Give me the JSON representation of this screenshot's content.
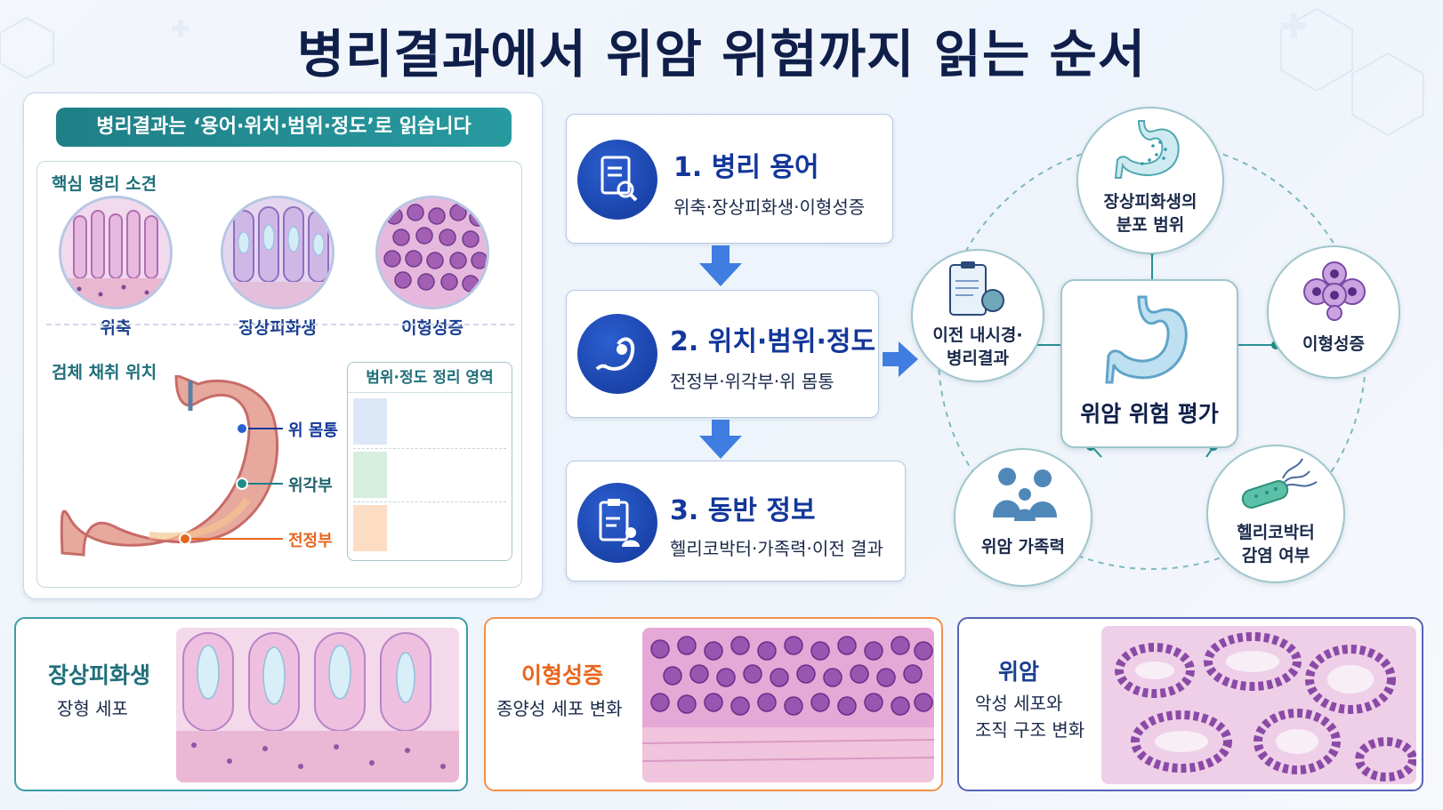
{
  "title": "병리결과에서 위암 위험까지 읽는 순서",
  "left_panel": {
    "banner": "병리결과는 ‘용어·위치·범위·정도’로 읽습니다",
    "findings_label": "핵심 병리 소견",
    "findings": [
      "위축",
      "장상피화생",
      "이형성증"
    ],
    "biopsy_label": "검체 채취 위치",
    "locations": [
      "위 몸통",
      "위각부",
      "전정부"
    ],
    "range_title": "범위·정도 정리 영역"
  },
  "steps": [
    {
      "title": "1. 병리 용어",
      "desc": "위축·장상피화생·이형성증"
    },
    {
      "title": "2. 위치·범위·정도",
      "desc": "전정부·위각부·위 몸통"
    },
    {
      "title": "3. 동반 정보",
      "desc": "헬리코박터·가족력·이전 결과"
    }
  ],
  "diagram": {
    "center": "위암 위험 평가",
    "nodes": {
      "top": [
        "장상피화생의",
        "분포 범위"
      ],
      "left": [
        "이전 내시경·",
        "병리결과"
      ],
      "right": [
        "이형성증"
      ],
      "bottom_left": [
        "위암 가족력"
      ],
      "bottom_right": [
        "헬리코박터",
        "감염 여부"
      ]
    }
  },
  "cards": [
    {
      "title": "장상피화생",
      "sub": [
        "장형 세포"
      ]
    },
    {
      "title": "이형성증",
      "sub": [
        "종양성 세포 변화"
      ]
    },
    {
      "title": "위암",
      "sub": [
        "악성 세포와",
        "조직 구조 변화"
      ]
    }
  ],
  "colors": {
    "teal": "#1f7f86",
    "navy": "#13379a",
    "orange": "#e8651c",
    "card1_border": "#3b9ea6",
    "card2_border": "#f0914a",
    "card3_border": "#5663b8"
  }
}
